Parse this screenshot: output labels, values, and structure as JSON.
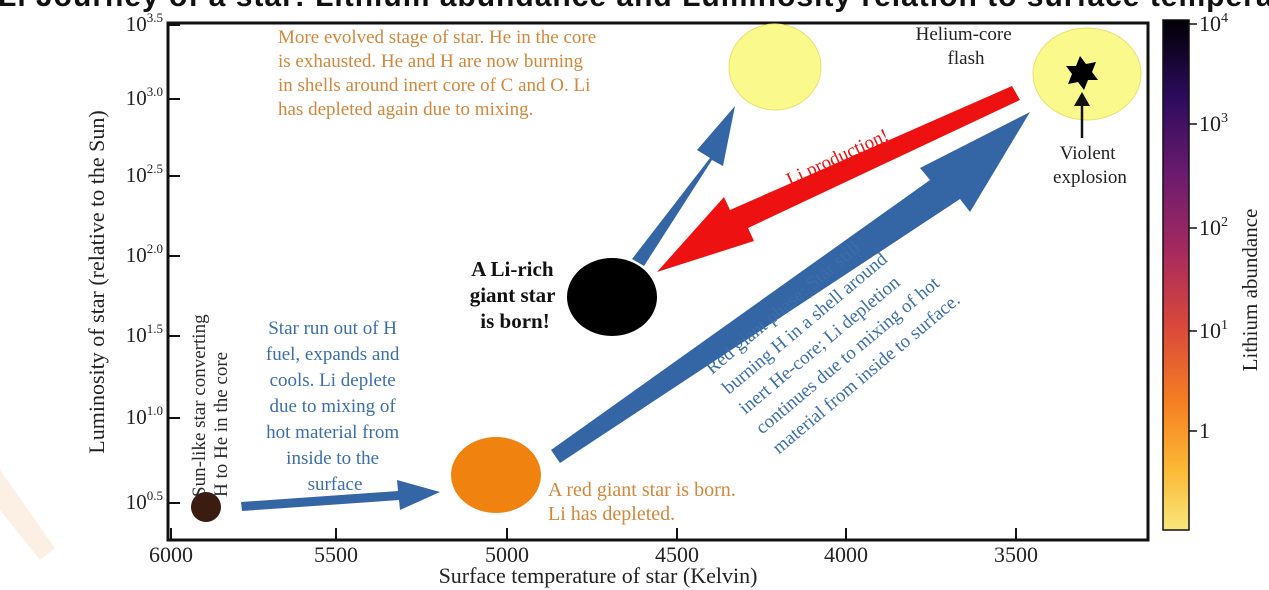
{
  "header_fragment": "Li Journey of a star: Lithium abundance and Luminosity relation to surface temperature",
  "axes": {
    "x_label": "Surface temperature of star (Kelvin)",
    "y_label": "Luminosity of star (relative to the Sun)",
    "x_ticks": [
      "6000",
      "5500",
      "5000",
      "4500",
      "4000",
      "3500"
    ],
    "y_ticks": [
      {
        "base": "10",
        "exp": "0.5"
      },
      {
        "base": "10",
        "exp": "1.0"
      },
      {
        "base": "10",
        "exp": "1.5"
      },
      {
        "base": "10",
        "exp": "2.0"
      },
      {
        "base": "10",
        "exp": "2.5"
      },
      {
        "base": "10",
        "exp": "3.0"
      },
      {
        "base": "10",
        "exp": "3.5"
      }
    ]
  },
  "colorbar": {
    "label": "Lithium abundance",
    "ticks": [
      {
        "base": "10",
        "exp": "4"
      },
      {
        "base": "10",
        "exp": "3"
      },
      {
        "base": "10",
        "exp": "2"
      },
      {
        "base": "10",
        "exp": "1"
      },
      {
        "base": "1",
        "exp": ""
      }
    ],
    "colors": [
      "#000004",
      "#2c0b5c",
      "#6a1b6e",
      "#a5295f",
      "#d9483b",
      "#f57f23",
      "#fbb835",
      "#f9e67b"
    ]
  },
  "stars": {
    "sun_like": {
      "label": [
        "Sun-like star converting",
        "H to He in the core"
      ],
      "color": "#3a1c10"
    },
    "red_giant": {
      "label": [
        "A red giant star is born.",
        "Li has depleted."
      ],
      "color": "#f0820f"
    },
    "li_rich": {
      "label": [
        "A Li-rich",
        "giant star",
        "is born!"
      ],
      "color": "#000000"
    },
    "evolved": {
      "label": [
        "More evolved stage of star. He in the core",
        "is exhausted. He and H are now burning",
        "in shells around inert core of C and O. Li",
        "has depleted again due to mixing."
      ],
      "color": "#fafa8c"
    },
    "helium_flash": {
      "label": [
        "Helium-core",
        "flash"
      ],
      "sublabel": [
        "Violent",
        "explosion"
      ],
      "color": "#fafa8c"
    }
  },
  "notes": {
    "run_out": [
      "Star run out of H",
      "fuel, expands and",
      "cools. Li deplete",
      "due to mixing of",
      "hot material from",
      "inside to the",
      "surface"
    ],
    "red_giant_phase": [
      "Red giant phase: Star still",
      "burning H in a shell around",
      "inert He-core; Li depletion",
      "continues due to mixing of hot",
      "material from inside to surface."
    ],
    "li_production": "Li production!"
  },
  "colors": {
    "orange_text": "#d2873c",
    "blue_text": "#3c6eaa",
    "blue_arrow": "#3465a4",
    "red_arrow": "#ee1111"
  }
}
